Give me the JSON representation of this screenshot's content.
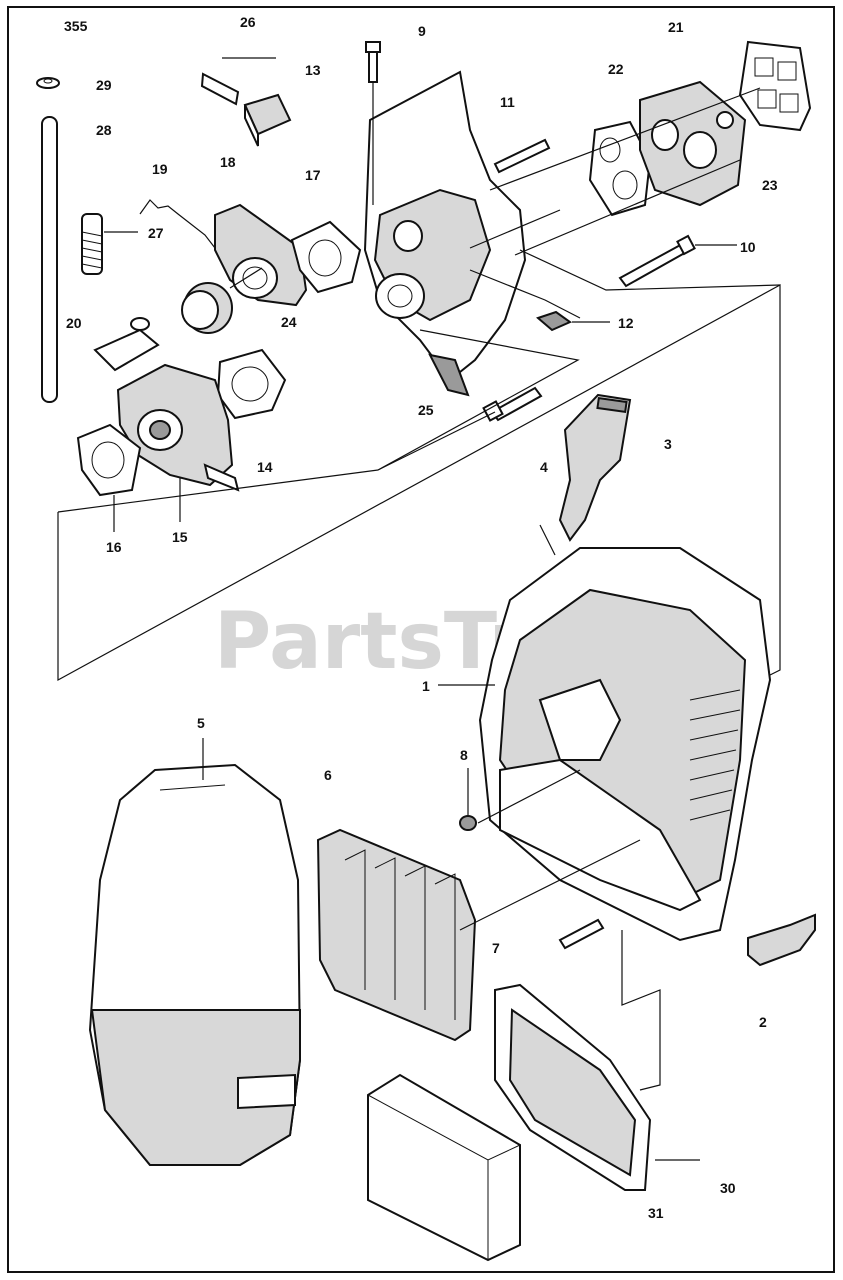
{
  "watermark": "PartsTree",
  "callouts": [
    {
      "id": "355",
      "label": "355"
    },
    {
      "id": "26",
      "label": "26"
    },
    {
      "id": "9",
      "label": "9"
    },
    {
      "id": "21",
      "label": "21"
    },
    {
      "id": "29",
      "label": "29"
    },
    {
      "id": "13",
      "label": "13"
    },
    {
      "id": "22",
      "label": "22"
    },
    {
      "id": "28",
      "label": "28"
    },
    {
      "id": "11",
      "label": "11"
    },
    {
      "id": "18",
      "label": "18"
    },
    {
      "id": "17",
      "label": "17"
    },
    {
      "id": "19",
      "label": "19"
    },
    {
      "id": "23",
      "label": "23"
    },
    {
      "id": "27",
      "label": "27"
    },
    {
      "id": "10",
      "label": "10"
    },
    {
      "id": "20",
      "label": "20"
    },
    {
      "id": "24",
      "label": "24"
    },
    {
      "id": "12",
      "label": "12"
    },
    {
      "id": "25",
      "label": "25"
    },
    {
      "id": "3",
      "label": "3"
    },
    {
      "id": "4",
      "label": "4"
    },
    {
      "id": "14",
      "label": "14"
    },
    {
      "id": "15",
      "label": "15"
    },
    {
      "id": "16",
      "label": "16"
    },
    {
      "id": "1",
      "label": "1"
    },
    {
      "id": "5",
      "label": "5"
    },
    {
      "id": "6",
      "label": "6"
    },
    {
      "id": "8",
      "label": "8"
    },
    {
      "id": "7",
      "label": "7"
    },
    {
      "id": "2",
      "label": "2"
    },
    {
      "id": "30",
      "label": "30"
    },
    {
      "id": "31",
      "label": "31"
    }
  ]
}
